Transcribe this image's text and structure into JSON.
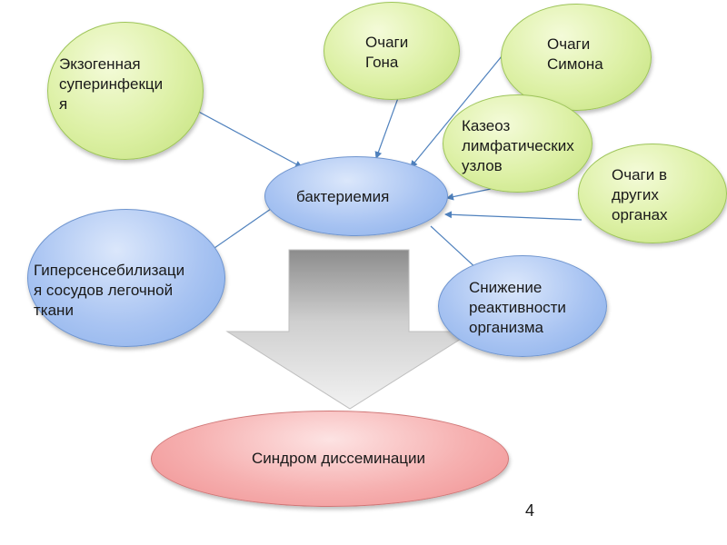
{
  "nodes": {
    "exogenous": "Экзогенная\nсуперинфекци\nя",
    "gon_foci": "Очаги\nГона",
    "simon_foci": "Очаги\nСимона",
    "caseosis": "Казеоз\nлимфатических\nузлов",
    "other_organs": "Очаги в\nдругих\nорганах",
    "bacteremia": "бактериемия",
    "hypersensitization": "Гиперсенсебилизаци\nя сосудов легочной\nткани",
    "reduced_reactivity": "Снижение\nреактивности\nорганизма",
    "dissemination": "Синдром диссеминации"
  },
  "slide_number": "4",
  "colors": {
    "green_node": "#dcf0a4",
    "blue_node": "#a9c4f2",
    "red_node": "#f6b0b0",
    "connector": "#4f81bd",
    "arrow_fill": "#d9d9d9"
  },
  "icons": {
    "big_arrow": "down-arrow-icon"
  }
}
